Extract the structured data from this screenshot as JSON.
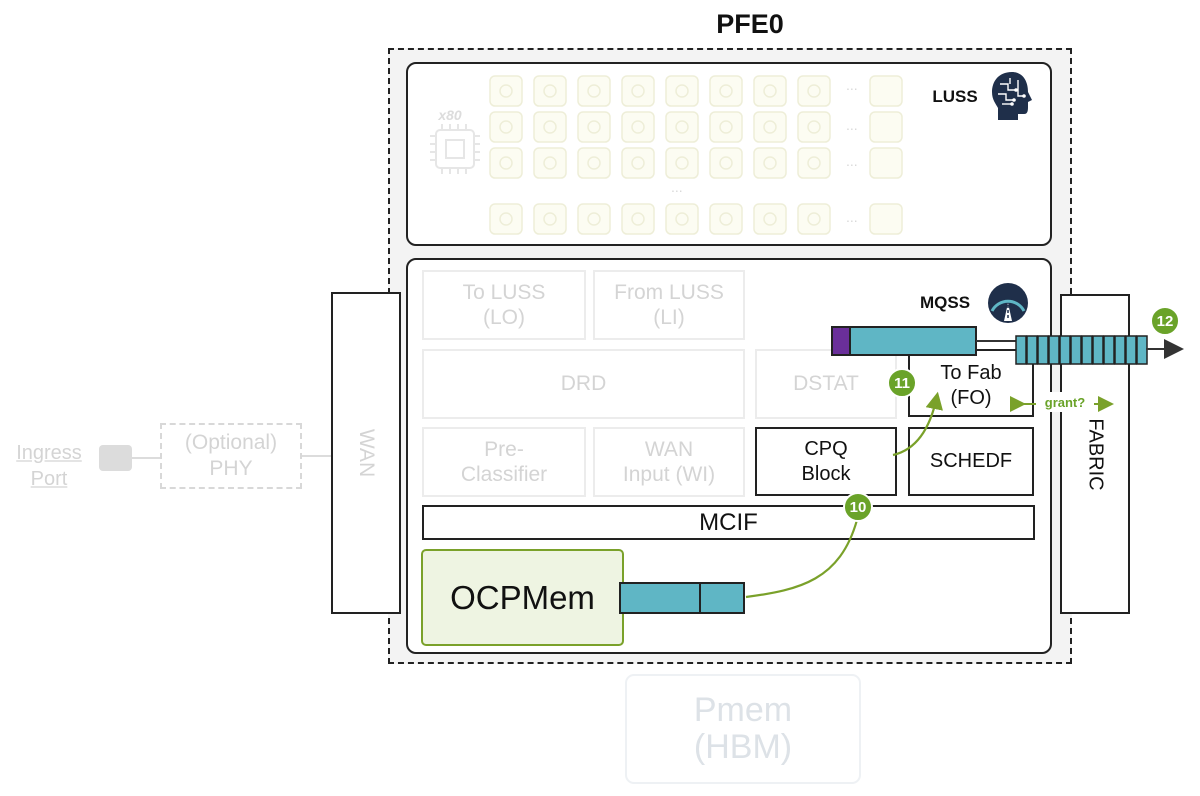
{
  "title": "PFE0",
  "luss": {
    "label": "LUSS",
    "core_count": "x80",
    "ellipsis": "..."
  },
  "mqss": {
    "label": "MQSS",
    "blocks": {
      "to_luss": "To LUSS\n(LO)",
      "from_luss": "From LUSS\n(LI)",
      "drd": "DRD",
      "dstat": "DSTAT",
      "to_fab": "To Fab\n(FO)",
      "pre_classifier": "Pre-\nClassifier",
      "wan_input": "WAN\nInput (WI)",
      "cpq_block": "CPQ\nBlock",
      "schedf": "SCHEDF",
      "mcif": "MCIF",
      "ocpmem": "OCPMem"
    }
  },
  "wan": "WAN",
  "fabric": "FABRIC",
  "ingress_port": "Ingress\nPort",
  "phy": "(Optional)\nPHY",
  "pmem": "Pmem\n(HBM)",
  "steps": [
    "10",
    "11",
    "12"
  ],
  "grant": "grant?",
  "colors": {
    "queue_cell": "#5fb6c5",
    "queue_marker": "#6a2f9a",
    "step_badge": "#6aa329",
    "arrow": "#7aa12a",
    "ocpmem_fill": "#eef4e2"
  }
}
